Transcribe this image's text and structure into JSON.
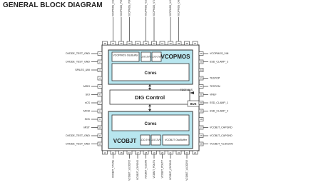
{
  "title": "GENERAL BLOCK DIAGRAM",
  "blocks": {
    "vcopmos": "VCOPMOS",
    "vcopmos_oscbuffer": "VCOPMOS OscBuffer",
    "vcopmos_ldo1": "LDO 2V5",
    "vcopmos_ldo2": "LDO 2V5",
    "vcopmos_cores": "Cores",
    "dig_control": "DIG Control",
    "vcobjt_cores": "Cores",
    "vcobjt_ldo1": "LDO 2V5",
    "vcobjt_ldo2": "LDO 2V5",
    "vcobjt_oscbuffer": "VCOBJT OscBuffer",
    "vcobjt": "VCOBJT"
  },
  "buses": {
    "test_bus": "TEST BUS",
    "bus": "BUS"
  },
  "pins": {
    "top": [
      {
        "num": "48",
        "name": ""
      },
      {
        "num": "47",
        "name": "VCOPMOS_CAPGND"
      },
      {
        "num": "46",
        "name": "VCOPMOS_POUTP"
      },
      {
        "num": "45",
        "name": "VCOPMOS_POUTN"
      },
      {
        "num": "44",
        "name": ""
      },
      {
        "num": "43",
        "name": "VCOPMOS_VLDOIN"
      },
      {
        "num": "42",
        "name": "VCOPMOS_VTUNE"
      },
      {
        "num": "41",
        "name": ""
      },
      {
        "num": "40",
        "name": "VCOPMOS_VLDO2V5"
      },
      {
        "num": "39",
        "name": "VCOPMOS_CAPGND"
      },
      {
        "num": "38",
        "name": ""
      },
      {
        "num": "37",
        "name": ""
      }
    ],
    "left": [
      {
        "num": "1",
        "name": "DVDDE_TEST_GND"
      },
      {
        "num": "2",
        "name": "DVDDE_TEST_GND"
      },
      {
        "num": "3",
        "name": "SPILES_UNI"
      },
      {
        "num": "4",
        "name": ""
      },
      {
        "num": "5",
        "name": "MISO"
      },
      {
        "num": "6",
        "name": "SIO"
      },
      {
        "num": "7",
        "name": "nCS"
      },
      {
        "num": "8",
        "name": "MOSI"
      },
      {
        "num": "9",
        "name": "SCK"
      },
      {
        "num": "10",
        "name": "nRST"
      },
      {
        "num": "11",
        "name": "DVDDE_TEST_GND"
      },
      {
        "num": "12",
        "name": "DVDDE_TEST_GND"
      }
    ],
    "right": [
      {
        "num": "36",
        "name": "VCOPMOS_VIN"
      },
      {
        "num": "35",
        "name": "ESD_CLAMP_3"
      },
      {
        "num": "34",
        "name": ""
      },
      {
        "num": "33",
        "name": "TESTOP"
      },
      {
        "num": "32",
        "name": "TESTON"
      },
      {
        "num": "31",
        "name": "VREF"
      },
      {
        "num": "30",
        "name": "ESD_CLAMP_1"
      },
      {
        "num": "29",
        "name": "ESD_CLAMP_2"
      },
      {
        "num": "28",
        "name": ""
      },
      {
        "num": "27",
        "name": "VCOBJT_CAPGND"
      },
      {
        "num": "26",
        "name": "VCOBJT_CAPGND"
      },
      {
        "num": "25",
        "name": "VCOBJT_VLDO2V5"
      }
    ],
    "bottom": [
      {
        "num": "13",
        "name": ""
      },
      {
        "num": "14",
        "name": "VCOBJT_VTUNE"
      },
      {
        "num": "15",
        "name": ""
      },
      {
        "num": "16",
        "name": "VCOBJT_VLDO2V5"
      },
      {
        "num": "17",
        "name": "VCOBJT_CAPGND"
      },
      {
        "num": "18",
        "name": "VCOBJT_VLDOIN"
      },
      {
        "num": "19",
        "name": "VCOBJT_POUTN"
      },
      {
        "num": "20",
        "name": "VCOBJT_POUTP"
      },
      {
        "num": "21",
        "name": "VCOBJT_CAPGND"
      },
      {
        "num": "22",
        "name": ""
      },
      {
        "num": "23",
        "name": "VCOBJT_VLDO2V5"
      },
      {
        "num": "24",
        "name": ""
      }
    ]
  }
}
